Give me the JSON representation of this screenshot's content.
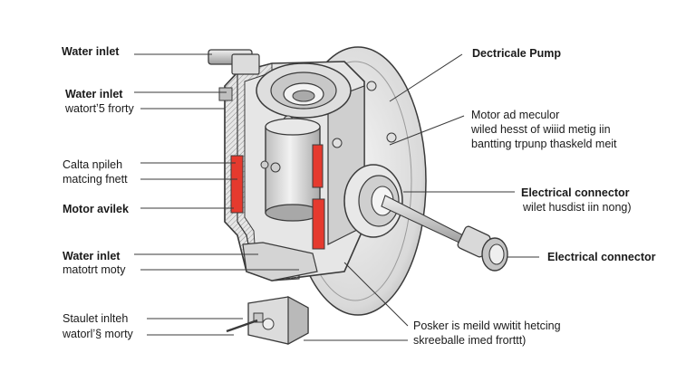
{
  "labels": {
    "water_inlet_top": "Water inlet",
    "water_inlet_2": "Water inlet",
    "water_inlet_2_sub": "watortʼ5 frorty",
    "calta_line1": "Calta npileh",
    "calta_line2": "matcing fnett",
    "motor_avlek": "Motor avilek",
    "water_inlet_3": "Water inlet",
    "water_inlet_3_sub": "matotrt moty",
    "staulet_line1": "Staulet inlteh",
    "staulet_line2": "watorlʼ§ morty",
    "pump_title": "Dectricale Pump",
    "motor_mecl_line1": "Motor ad meculor",
    "motor_mecl_line2": "wiled hesst of wiiid metig iin",
    "motor_mecl_line3": "bantting trpunp thaskeld meit",
    "elec_conn_1": "Electrical connector",
    "elec_conn_1_sub": "wilet husdist iin nong)",
    "elec_conn_2": "Electrical connector",
    "posker_line1": "Posker is meild wwitit hetcing",
    "posker_line2": "skreeballe imed frorttt)"
  },
  "colors": {
    "line": "#3a3a3a",
    "housing": "#e4e4e4",
    "housing_dark": "#b9b9b9",
    "highlight_red": "#e53a2e",
    "metal": "#d2d2d2"
  }
}
